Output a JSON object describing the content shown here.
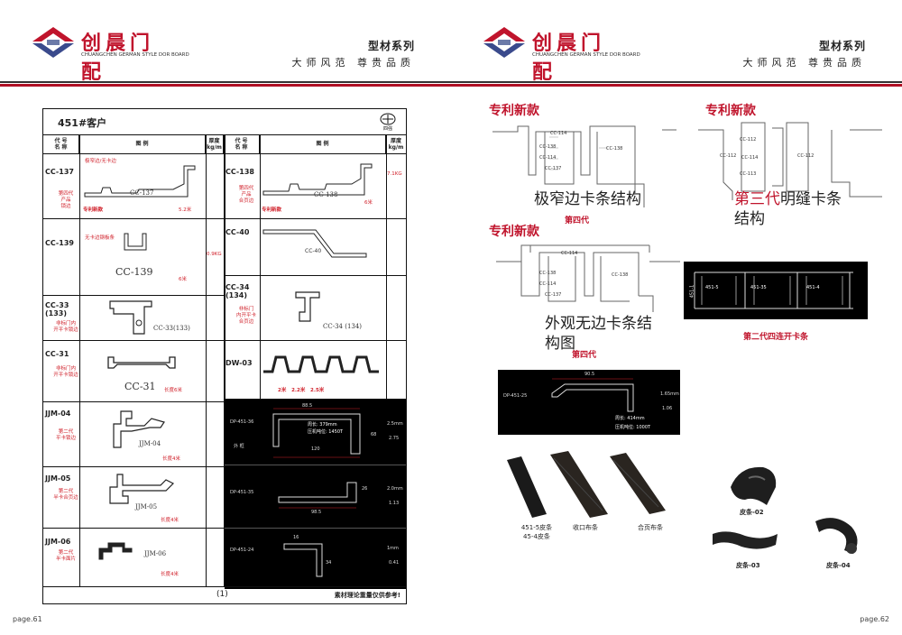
{
  "header": {
    "brand_cn": "创晨门配",
    "brand_en": "CHUANGCHEN GERMAN STYLE DOR BOARD",
    "series": "型材系列",
    "slogan": "大师风范   尊贵品质"
  },
  "left_page": {
    "page_number": "page.61",
    "catalog": {
      "title": "451#客户",
      "brand_mark": "四强",
      "col_code": "代 号\n名 称",
      "col_drawing": "图     例",
      "col_weight": "厚度\nkg/m",
      "footer_page": "(1)",
      "footer_note": "素材理论重量仅供参考!",
      "rows_left": [
        {
          "code": "CC-137",
          "desc": "第四代\n产品\n锁边",
          "top_note": "极窄边/无卡边",
          "label": "CC-137",
          "note": "专利新款",
          "length": "5.2米"
        },
        {
          "code": "CC-139",
          "desc": "",
          "top_note": "无卡边钢板条",
          "label": "CC-139",
          "length": "6米",
          "weight": "0.9KG"
        },
        {
          "code": "CC-33\n(133)",
          "desc": "非标门内\n开平卡锁边",
          "label": "CC-33(133)"
        },
        {
          "code": "CC-31",
          "desc": "非标门内\n开平卡锁边",
          "label": "CC-31",
          "length": "长度6米"
        },
        {
          "code": "JJM-04",
          "desc": "第二代\n平卡锁边",
          "label": "JJM-04",
          "length": "长度4米"
        },
        {
          "code": "JJM-05",
          "desc": "第二代\n半卡合页边",
          "label": "JJM-05",
          "length": "长度4米"
        },
        {
          "code": "JJM-06",
          "desc": "第二代\n半卡面片",
          "label": "JJM-06",
          "length": "长度4米"
        }
      ],
      "rows_right": [
        {
          "code": "CC-138",
          "desc": "第四代\n产品\n合页边",
          "label": "CC-138",
          "note": "专利新款",
          "length": "6米",
          "weight": "7.1KG"
        },
        {
          "code": "CC-40",
          "label": "CC-40"
        },
        {
          "code": "CC-34\n(134)",
          "desc": "非标门\n内开平卡\n合页边",
          "label": "CC-34 (134)"
        },
        {
          "code": "DW-03",
          "sizes": "2米   2.2米   2.5米"
        },
        {
          "code": "DP-451-36",
          "sub": "外 框",
          "perimeter": "周长: 379mm",
          "press": "压机吨位: 1450T",
          "dims": [
            "88.5",
            "120",
            "68"
          ],
          "weights": [
            "2.5mm",
            "2.75"
          ]
        },
        {
          "code": "DP-451-35",
          "dims": [
            "98.5",
            "26"
          ],
          "weights": [
            "2.0mm",
            "1.13"
          ]
        },
        {
          "code": "DP-451-24",
          "dims": [
            "16",
            "34"
          ],
          "weights": [
            "1mm",
            "0.41"
          ]
        }
      ]
    }
  },
  "right_page": {
    "page_number": "page.62",
    "patent_1": "专利新款",
    "patent_2": "专利新款",
    "patent_3": "专利新款",
    "struct_1": "极窄边卡条结构",
    "struct_1_tag": "第四代",
    "struct_2_red": "第三代",
    "struct_2_rest": "明缝卡条\n结构",
    "struct_3": "外观无边卡条结\n构图",
    "struct_3_tag": "第四代",
    "d1_labels": [
      "CC-114",
      "CC-138",
      "CC-114",
      "CC-137",
      "CC-138"
    ],
    "d2_labels": [
      "CC-112",
      "CC-112",
      "CC-114",
      "CC-113",
      "CC-112"
    ],
    "d3_labels": [
      "CC-114",
      "CC-138",
      "CC-114",
      "CC-137",
      "CC-138"
    ],
    "d4_labels": [
      "451-5",
      "451-35",
      "451-4",
      "451-1"
    ],
    "caption_4": "第二代四连开卡条",
    "d5": {
      "code": "DP-451-25",
      "dim": "90.5",
      "perimeter": "周长: 414mm",
      "press": "压机吨位: 1000T",
      "weights": [
        "1.65mm",
        "1.06"
      ]
    },
    "strips": [
      "451-5皮条\n45-4皮条",
      "收口布条",
      "合页布条"
    ],
    "rubbers": [
      "皮条-02",
      "皮条-03",
      "皮条-04"
    ]
  },
  "colors": {
    "brand_red": "#c0142c",
    "note_red": "#d0202a",
    "rule_dark": "#333333"
  }
}
